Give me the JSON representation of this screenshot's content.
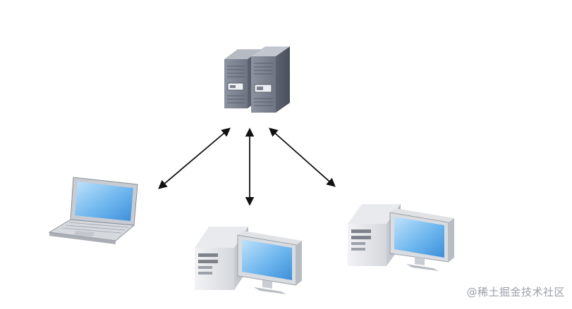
{
  "diagram": {
    "type": "network-topology",
    "nodes": [
      {
        "id": "server",
        "kind": "server-rack"
      },
      {
        "id": "laptop",
        "kind": "laptop"
      },
      {
        "id": "desktop-center",
        "kind": "desktop-computer"
      },
      {
        "id": "desktop-right",
        "kind": "desktop-computer"
      }
    ],
    "edges": [
      {
        "from": "server",
        "to": "laptop",
        "direction": "bidirectional"
      },
      {
        "from": "server",
        "to": "desktop-center",
        "direction": "bidirectional"
      },
      {
        "from": "server",
        "to": "desktop-right",
        "direction": "bidirectional"
      }
    ]
  },
  "watermark": "@稀土掘金技术社区"
}
